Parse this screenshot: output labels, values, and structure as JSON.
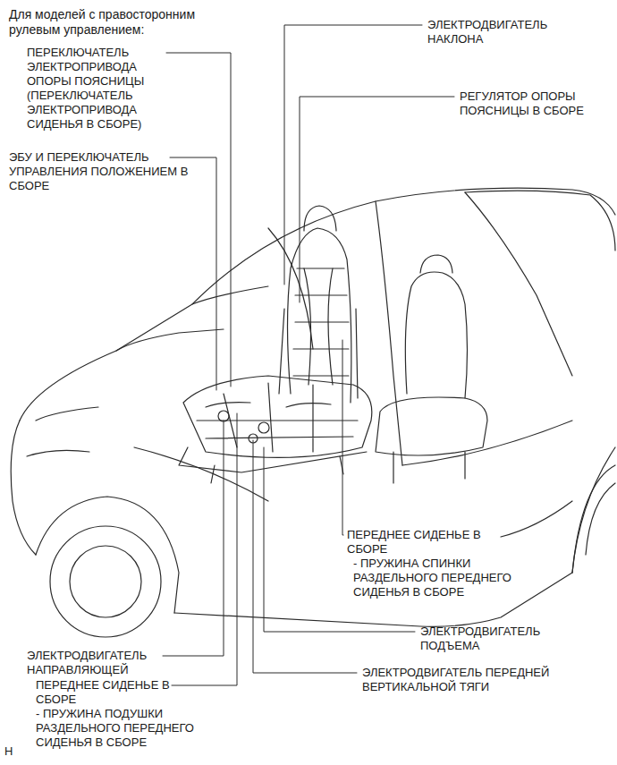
{
  "diagram": {
    "title": "Для моделей с правосторонним рулевым управлением:",
    "labels": [
      "ПЕРЕКЛЮЧАТЕЛЬ ЭЛЕКТРОПРИВОДА ОПОРЫ ПОЯСНИЦЫ (ПЕРЕКЛЮЧАТЕЛЬ ЭЛЕКТРОПРИВОДА СИДЕНЬЯ В СБОРЕ)",
      "ЭБУ И ПЕРЕКЛЮЧАТЕЛЬ УПРАВЛЕНИЯ ПОЛОЖЕНИЕМ В СБОРЕ",
      "ЭЛЕКТРОДВИГАТЕЛЬ НАКЛОНА",
      "РЕГУЛЯТОР ОПОРЫ ПОЯСНИЦЫ В СБОРЕ",
      "ПЕРЕДНЕЕ СИДЕНЬЕ В СБОРЕ",
      "- ПРУЖИНА СПИНКИ РАЗДЕЛЬНОГО ПЕРЕДНЕГО СИДЕНЬЯ В СБОРЕ",
      "ЭЛЕКТРОДВИГАТЕЛЬ ПОДЪЕМА",
      "ЭЛЕКТРОДВИГАТЕЛЬ ПЕРЕДНЕЙ ВЕРТИКАЛЬНОЙ ТЯГИ",
      "ЭЛЕКТРОДВИГАТЕЛЬ НАПРАВЛЯЮЩЕЙ",
      "ПЕРЕДНЕЕ СИДЕНЬЕ В СБОРЕ",
      "- ПРУЖИНА ПОДУШКИ РАЗДЕЛЬНОГО ПЕРЕДНЕГО СИДЕНЬЯ В СБОРЕ",
      "H"
    ]
  }
}
